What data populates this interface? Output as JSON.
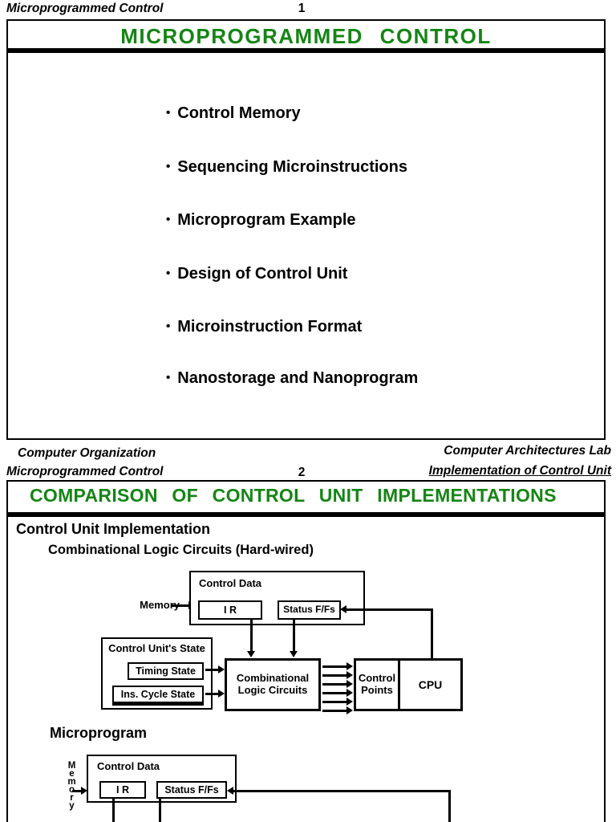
{
  "colors": {
    "title_green": "#158515",
    "ink": "#000000"
  },
  "bullet_char": "•",
  "page1": {
    "header": {
      "left": "Microprogrammed Control",
      "page_number": "1"
    },
    "slide": {
      "title": "MICROPROGRAMMED CONTROL",
      "bullets": [
        "Control Memory",
        "Sequencing Microinstructions",
        "Microprogram Example",
        "Design of Control Unit",
        "Microinstruction Format",
        "Nanostorage and Nanoprogram"
      ],
      "footer_left": "Computer Organization",
      "footer_right": "Computer Architectures Lab"
    }
  },
  "page2": {
    "header": {
      "left": "Microprogrammed Control",
      "page_number": "2",
      "right": "Implementation of Control Unit"
    },
    "slide": {
      "title": "COMPARISON OF CONTROL UNIT IMPLEMENTATIONS",
      "section_heading": "Control Unit Implementation",
      "subsection1": "Combinational Logic Circuits (Hard-wired)",
      "subsection2": "Microprogram",
      "diagram1": {
        "memory_label": "Memory",
        "control_data_label": "Control Data",
        "ir_label": "I R",
        "status_label": "Status F/Fs",
        "cu_state_label": "Control Unit's State",
        "timing_label": "Timing State",
        "ins_cycle_label": "Ins. Cycle State",
        "clc_label": "Combinational\nLogic Circuits",
        "control_points_label": "Control\nPoints",
        "cpu_label": "CPU"
      },
      "diagram2": {
        "memory_label": "Memory",
        "control_data_label": "Control Data",
        "ir_label": "I R",
        "status_label": "Status F/Fs"
      }
    }
  }
}
